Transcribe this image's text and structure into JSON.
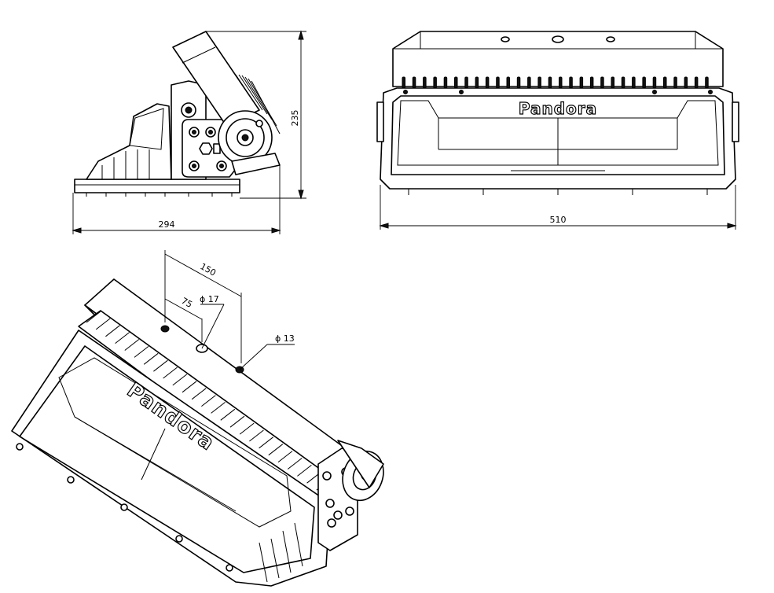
{
  "brand_label": "Pandora",
  "dimensions": {
    "side_height": "235",
    "side_width": "294",
    "front_width": "510",
    "hole_spacing_outer": "150",
    "hole_spacing_inner": "75",
    "hole_center_diameter": "ϕ 17",
    "hole_side_diameter": "ϕ 13"
  },
  "colors": {
    "line": "#000000",
    "background": "#ffffff"
  }
}
